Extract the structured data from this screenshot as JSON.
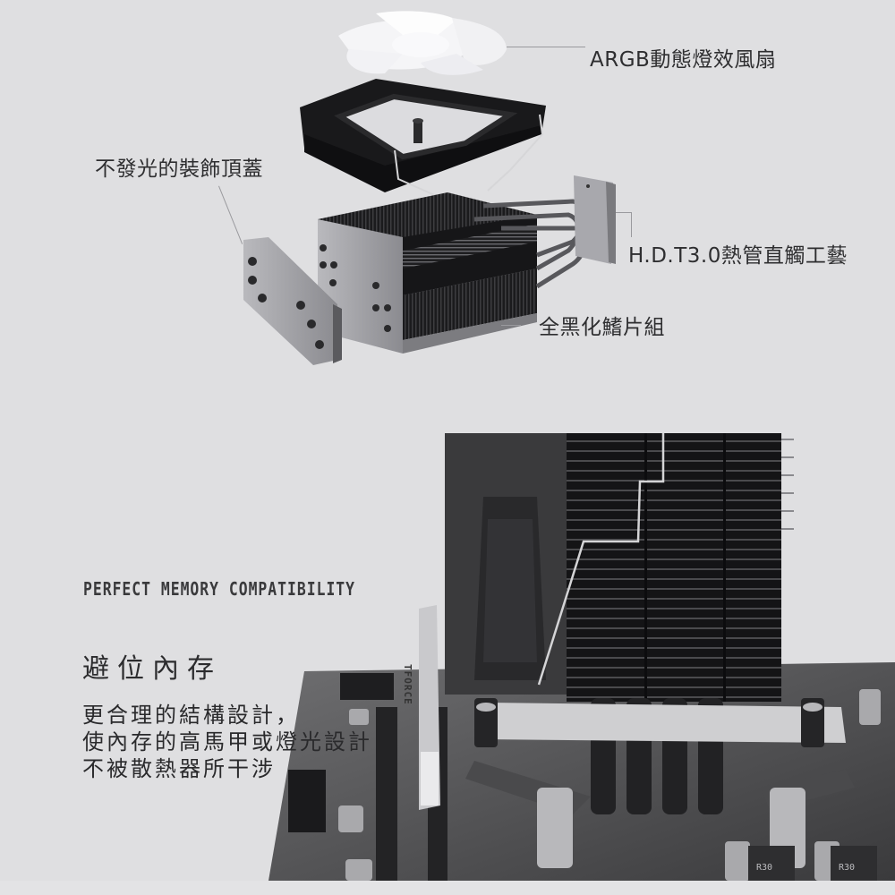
{
  "diagram": {
    "callouts": [
      {
        "id": "fan",
        "label": "ARGB動態燈效風扇"
      },
      {
        "id": "top-cover",
        "label": "不發光的裝飾頂蓋"
      },
      {
        "id": "heatpipe",
        "label": "H.D.T3.0熱管直觸工藝"
      },
      {
        "id": "fins",
        "label": "全黑化鰭片組"
      }
    ]
  },
  "feature": {
    "en_title": "PERFECT MEMORY COMPATIBILITY",
    "zh_title": "避位內存",
    "description_lines": [
      "更合理的結構設計，",
      "使內存的高馬甲或燈光設計",
      "不被散熱器所干涉"
    ]
  },
  "photo": {
    "ram_brand": "TFORCE",
    "component_markings": [
      "R30",
      "R30"
    ]
  },
  "colors": {
    "background": "#dfdfe1",
    "text": "#2e2e30",
    "fan_blade": "#f6f6f8",
    "fan_frame": "#1c1c1e",
    "fins": "#1a1a1c"
  }
}
